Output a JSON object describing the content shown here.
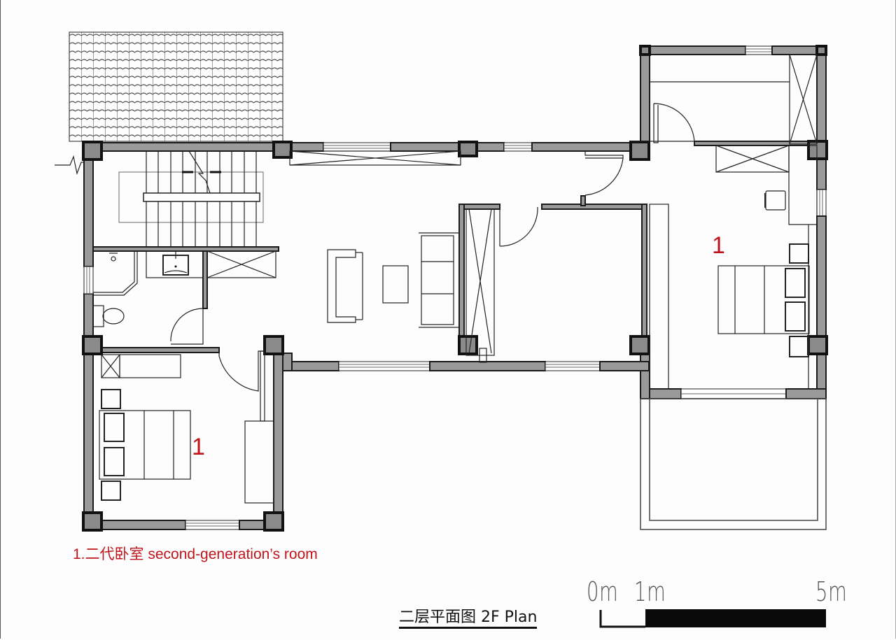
{
  "drawing": {
    "title": "二层平面图 2F Plan",
    "type": "architectural floor plan",
    "floor": "2F"
  },
  "rooms": [
    {
      "id": "bedroom-east",
      "number": "1"
    },
    {
      "id": "bedroom-southwest",
      "number": "1"
    }
  ],
  "legend": {
    "items": [
      {
        "number": "1",
        "text": "1.二代卧室 second-generation’s room"
      }
    ],
    "color": "#c0141c"
  },
  "scale": {
    "labels": [
      "0m",
      "1m",
      "5m"
    ],
    "units": "m",
    "segments": [
      {
        "from": 0,
        "to": 1,
        "style": "outline"
      },
      {
        "from": 1,
        "to": 5,
        "style": "filled"
      }
    ]
  },
  "spaces": [
    "tiled roof (north-west)",
    "staircase",
    "bathroom",
    "storage (bathroom)",
    "living / lounge",
    "central room",
    "wardrobe corridor",
    "bedroom east (1)",
    "bedroom south-west (1)",
    "balcony (south-east)",
    "north-east closet room"
  ],
  "colors": {
    "wall_fill": "#9a9a9a",
    "column_fill": "#8a8a8a",
    "line": "#222222",
    "accent_red": "#c0141c",
    "background": "#fdfdfd"
  }
}
